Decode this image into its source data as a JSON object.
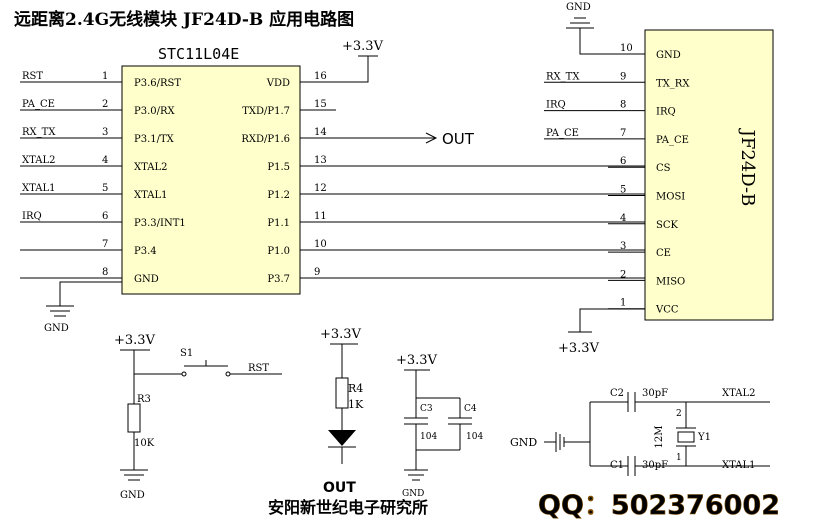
{
  "title": "远距离2.4G无线模块 JF24D-B 应用电路图",
  "mcu": {
    "name": "STC11L04E",
    "left_pins": [
      {
        "num": "1",
        "name": "P3.6/RST",
        "net": "RST"
      },
      {
        "num": "2",
        "name": "P3.0/RX",
        "net": "PA_CE"
      },
      {
        "num": "3",
        "name": "P3.1/TX",
        "net": "RX_TX"
      },
      {
        "num": "4",
        "name": "XTAL2",
        "net": "XTAL2"
      },
      {
        "num": "5",
        "name": "XTAL1",
        "net": "XTAL1"
      },
      {
        "num": "6",
        "name": "P3.3/INT1",
        "net": "IRQ"
      },
      {
        "num": "7",
        "name": "P3.4",
        "net": ""
      },
      {
        "num": "8",
        "name": "GND",
        "net": ""
      }
    ],
    "right_pins": [
      {
        "num": "16",
        "name": "VDD"
      },
      {
        "num": "15",
        "name": "TXD/P1.7"
      },
      {
        "num": "14",
        "name": "RXD/P1.6"
      },
      {
        "num": "13",
        "name": "P1.5"
      },
      {
        "num": "12",
        "name": "P1.2"
      },
      {
        "num": "11",
        "name": "P1.1"
      },
      {
        "num": "10",
        "name": "P1.0"
      },
      {
        "num": "9",
        "name": "P3.7"
      }
    ]
  },
  "module": {
    "name": "JF24D-B",
    "pins": [
      {
        "num": "10",
        "name": "GND",
        "net": ""
      },
      {
        "num": "9",
        "name": "TX_RX",
        "net": "RX_TX"
      },
      {
        "num": "8",
        "name": "IRQ",
        "net": "IRQ"
      },
      {
        "num": "7",
        "name": "PA_CE",
        "net": "PA_CE"
      },
      {
        "num": "6",
        "name": "CS",
        "net": ""
      },
      {
        "num": "5",
        "name": "MOSI",
        "net": ""
      },
      {
        "num": "4",
        "name": "SCK",
        "net": ""
      },
      {
        "num": "3",
        "name": "CE",
        "net": ""
      },
      {
        "num": "2",
        "name": "MISO",
        "net": ""
      },
      {
        "num": "1",
        "name": "VCC",
        "net": ""
      }
    ]
  },
  "labels": {
    "vcc": "+3.3V",
    "gnd": "GND",
    "out": "OUT",
    "out_arrow": "OUT",
    "s1": "S1",
    "rst": "RST",
    "r3": "R3",
    "r3_val": "10K",
    "r4": "R4",
    "r4_val": "1K",
    "c3": "C3",
    "c3_val": "104",
    "c4": "C4",
    "c4_val": "104",
    "c2": "C2",
    "c2_val": "30pF",
    "c1": "C1",
    "c1_val": "30pF",
    "y1": "Y1",
    "y1_val": "12M",
    "y1_pin1": "1",
    "y1_pin2": "2",
    "xtal2": "XTAL2",
    "xtal1": "XTAL1"
  },
  "footer": {
    "org": "安阳新世纪电子研究所",
    "qq": "QQ：502376002"
  },
  "colors": {
    "ic_fill": "#ffffcc",
    "qq": "#f5a623",
    "wire": "#000000"
  }
}
